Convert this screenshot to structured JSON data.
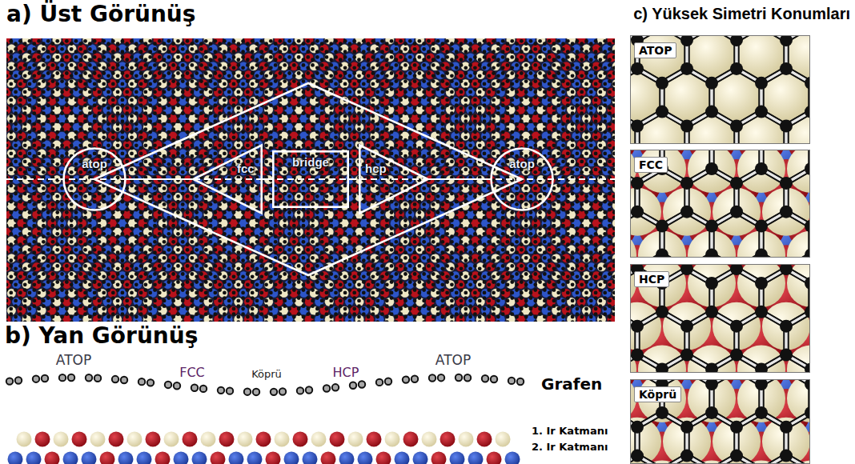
{
  "diagram": {
    "nodes": [
      {
        "text": [
          "atop"
        ]
      },
      {
        "text": [
          "fcc"
        ]
      },
      {
        "text": [
          "bridge"
        ]
      },
      {
        "text": [
          "hcp"
        ]
      },
      {
        "text": [
          "atop"
        ]
      },
      {
        "text": [
          "ATOP"
        ]
      },
      {
        "text": [
          "FCC"
        ]
      },
      {
        "text": [
          "HCP"
        ]
      },
      {
        "text": [
          "Köprü"
        ]
      }
    ],
    "edges": [
      {
        "from": 0,
        "to": 1,
        "arrow": "none"
      },
      {
        "from": 1,
        "to": 2,
        "arrow": "none"
      },
      {
        "from": 2,
        "to": 3,
        "arrow": "none"
      },
      {
        "from": 3,
        "to": 4,
        "arrow": "none"
      }
    ],
    "labels": [
      "a) Üst Görünüş",
      "c) Yüksek Simetri Konumları",
      "b) Yan Görünüş",
      "ATOP",
      "FCC",
      "Köprü",
      "HCP",
      "ATOP",
      "Grafen",
      "1. Ir Katmanı",
      "2. Ir Katmanı"
    ]
  }
}
